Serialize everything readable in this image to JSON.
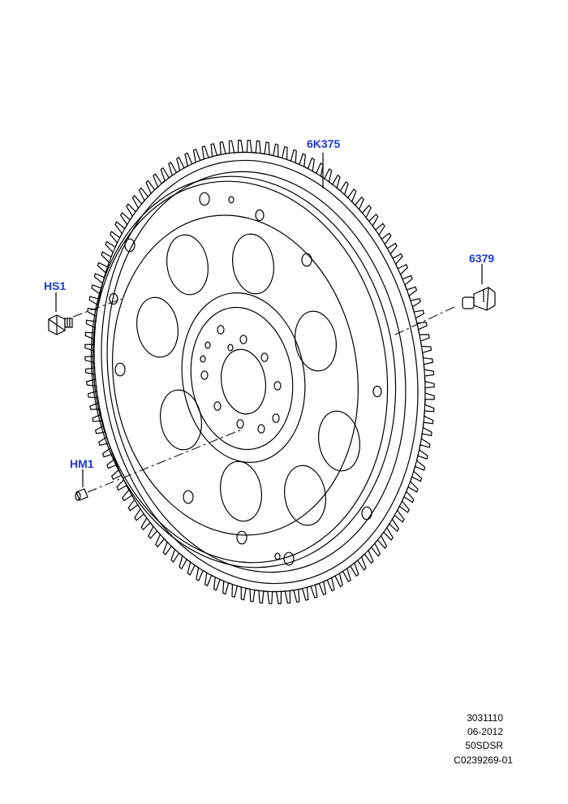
{
  "callouts": {
    "flywheel": "6K375",
    "bolt_right": "6379",
    "bolt_left": "HS1",
    "dowel": "HM1"
  },
  "footer": {
    "line1": "3031110",
    "line2": "06-2012",
    "line3": "50SDSR",
    "line4": "C0239269-01"
  },
  "colors": {
    "callout": "#1a3ad6",
    "line": "#000000",
    "background": "#ffffff"
  }
}
